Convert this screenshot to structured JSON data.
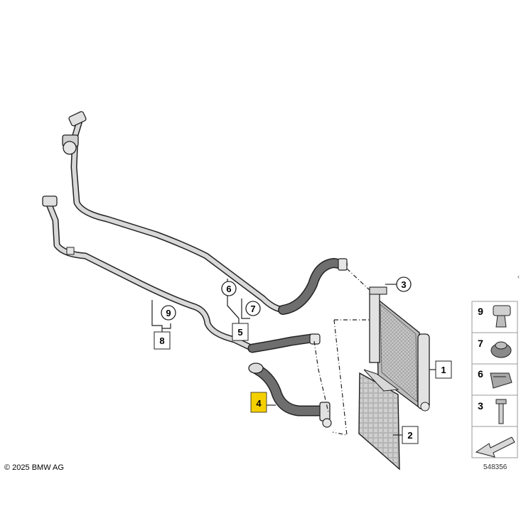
{
  "copyright": "© 2025 BMW AG",
  "diagram_id": "548356",
  "callouts": {
    "c1": "1",
    "c2": "2",
    "c3": "3",
    "c4": "4",
    "c5": "5",
    "c6": "6",
    "c7": "7",
    "c8": "8",
    "c9": "9"
  },
  "side_legend": {
    "s9": "9",
    "s7": "7",
    "s6": "6",
    "s3": "3"
  },
  "colors": {
    "highlight": "#f5d000",
    "hose": "#6e6e6e",
    "outline": "#222222"
  }
}
